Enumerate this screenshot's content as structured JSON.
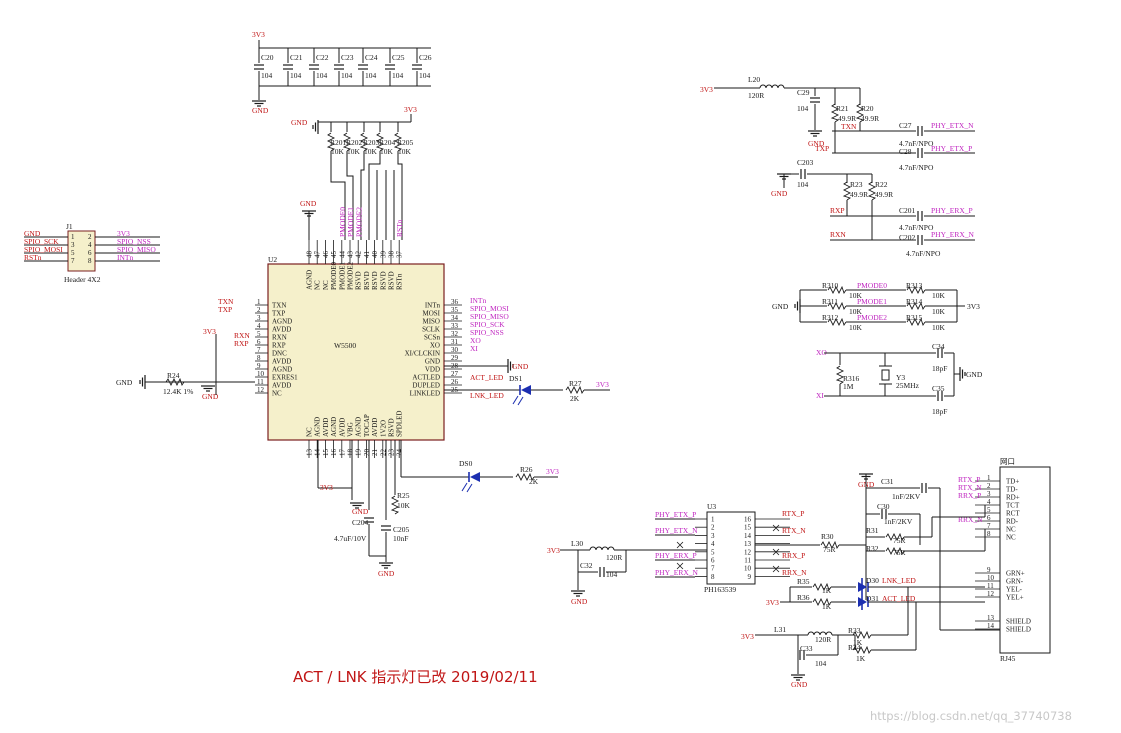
{
  "annotation": "ACT / LNK  指示灯已改  2019/02/11",
  "watermark": "https://blog.csdn.net/qq_37740738",
  "power": {
    "v33": "3V3",
    "gnd": "GND"
  },
  "decoupling": {
    "caps": [
      "C20",
      "C21",
      "C22",
      "C23",
      "C24",
      "C25",
      "C26"
    ],
    "value": "104"
  },
  "header": {
    "ref": "J1",
    "footprint": "Header 4X2",
    "pins": [
      "1",
      "2",
      "3",
      "4",
      "5",
      "6",
      "7",
      "8"
    ],
    "left_nets": [
      "GND",
      "SPIO_SCK",
      "SPIO_MOSI",
      "RSTn"
    ],
    "right_nets": [
      "3V3",
      "SPIO_NSS",
      "SPIO_MISO",
      "INTn"
    ]
  },
  "chip": {
    "ref": "U2",
    "name": "W5500",
    "left_pins": [
      {
        "n": "1",
        "name": "TXN"
      },
      {
        "n": "2",
        "name": "TXP"
      },
      {
        "n": "3",
        "name": "AGND"
      },
      {
        "n": "4",
        "name": "AVDD"
      },
      {
        "n": "5",
        "name": "RXN"
      },
      {
        "n": "6",
        "name": "RXP"
      },
      {
        "n": "7",
        "name": "DNC"
      },
      {
        "n": "8",
        "name": "AVDD"
      },
      {
        "n": "9",
        "name": "AGND"
      },
      {
        "n": "10",
        "name": "EXRES1"
      },
      {
        "n": "11",
        "name": "AVDD"
      },
      {
        "n": "12",
        "name": "NC"
      }
    ],
    "right_pins": [
      {
        "n": "36",
        "name": "INTn"
      },
      {
        "n": "35",
        "name": "MOSI"
      },
      {
        "n": "34",
        "name": "MISO"
      },
      {
        "n": "33",
        "name": "SCLK"
      },
      {
        "n": "32",
        "name": "SCSn"
      },
      {
        "n": "31",
        "name": "XO"
      },
      {
        "n": "30",
        "name": "XI/CLCKIN"
      },
      {
        "n": "29",
        "name": "GND"
      },
      {
        "n": "28",
        "name": "VDD"
      },
      {
        "n": "27",
        "name": "ACTLED"
      },
      {
        "n": "26",
        "name": "DUPLED"
      },
      {
        "n": "25",
        "name": "LINKLED"
      }
    ],
    "top_pins": [
      {
        "n": "48",
        "name": "AGND"
      },
      {
        "n": "47",
        "name": "NC"
      },
      {
        "n": "46",
        "name": "NC"
      },
      {
        "n": "45",
        "name": "PMODE0"
      },
      {
        "n": "44",
        "name": "PMODE1"
      },
      {
        "n": "43",
        "name": "PMODE2"
      },
      {
        "n": "42",
        "name": "RSVD"
      },
      {
        "n": "41",
        "name": "RSVD"
      },
      {
        "n": "40",
        "name": "RSVD"
      },
      {
        "n": "39",
        "name": "RSVD"
      },
      {
        "n": "38",
        "name": "RSVD"
      },
      {
        "n": "37",
        "name": "RSTn"
      }
    ],
    "bottom_pins": [
      {
        "n": "13",
        "name": "NC"
      },
      {
        "n": "14",
        "name": "AGND"
      },
      {
        "n": "15",
        "name": "AVDD"
      },
      {
        "n": "16",
        "name": "AGND"
      },
      {
        "n": "17",
        "name": "AVDD"
      },
      {
        "n": "18",
        "name": "VBG"
      },
      {
        "n": "19",
        "name": "AGND"
      },
      {
        "n": "20",
        "name": "TOCAP"
      },
      {
        "n": "21",
        "name": "AVDD"
      },
      {
        "n": "22",
        "name": "1V2O"
      },
      {
        "n": "23",
        "name": "RSVD"
      },
      {
        "n": "24",
        "name": "SPDLED"
      }
    ]
  },
  "chip_nets": {
    "left": [
      "TXN",
      "TXP",
      "RXN",
      "RXP"
    ],
    "right": [
      "INTn",
      "SPIO_MOSI",
      "SPIO_MISO",
      "SPIO_SCK",
      "SPIO_NSS",
      "XO",
      "XI"
    ],
    "leds": [
      "ACT_LED",
      "LNK_LED"
    ],
    "top": [
      "PMODE0",
      "PMODE1",
      "PMODE2",
      "RSTn"
    ]
  },
  "top_resistors": {
    "refs": [
      "R201",
      "R202",
      "R203",
      "R204",
      "R205"
    ],
    "values": [
      "10K",
      "10K",
      "10K",
      "10K",
      "10K"
    ]
  },
  "misc": {
    "r24": "R24",
    "r24_val": "12.4K 1%",
    "ds1": "DS1",
    "r27": "R27",
    "r27_val": "2K",
    "ds0": "DS0",
    "r26": "R26",
    "r26_val": "2K",
    "r25": "R25",
    "r25_val": "10K",
    "c204": "C204",
    "c204_val": "4.7uF/10V",
    "c205": "C205",
    "c205_val": "10nF"
  },
  "phy_filter": {
    "l20": "L20",
    "l20_val": "120R",
    "c29": "C29",
    "c29_val": "104",
    "r21": "R21",
    "r20": "R20",
    "r_val": "49.9R",
    "c27": "C27",
    "c28": "C28",
    "c203": "C203",
    "c203_val": "104",
    "r23": "R23",
    "r22": "R22",
    "c201": "C201",
    "c202": "C202",
    "cap_val": "4.7nF/NPO",
    "nets": [
      "PHY_ETX_N",
      "PHY_ETX_P",
      "PHY_ERX_P",
      "PHY_ERX_N",
      "TXN",
      "TXP",
      "RXP",
      "RXN"
    ]
  },
  "pmode": {
    "refs_left": [
      "R310",
      "R311",
      "R312"
    ],
    "refs_right": [
      "R313",
      "R314",
      "R315"
    ],
    "nets": [
      "PMODE0",
      "PMODE1",
      "PMODE2"
    ],
    "value": "10K"
  },
  "crystal": {
    "c34": "C34",
    "c35": "C35",
    "cap_val": "18pF",
    "y": "Y3",
    "y_val": "25MHz",
    "r316": "R316",
    "r316_val": "1M",
    "xo": "XO",
    "xi": "XI"
  },
  "transformer": {
    "ref": "U3",
    "part": "PH163539",
    "left_pins": [
      "1",
      "2",
      "3",
      "4",
      "5",
      "6",
      "7",
      "8"
    ],
    "right_pins": [
      "16",
      "15",
      "14",
      "13",
      "12",
      "11",
      "10",
      "9"
    ],
    "left_nets": [
      "PHY_ETX_P",
      "PHY_ETX_N",
      "PHY_ERX_P",
      "PHY_ERX_N"
    ],
    "right_nets": [
      "RTX_P",
      "RTX_N",
      "RRX_P",
      "RRX_N"
    ],
    "l30": "L30",
    "l30_val": "120R",
    "c32": "C32",
    "c32_val": "104"
  },
  "rj45": {
    "ref": "RJ45",
    "title": "网口",
    "pins": [
      {
        "n": "1",
        "name": "TD+",
        "net": "RTX_P"
      },
      {
        "n": "2",
        "name": "TD-",
        "net": "RTX_N"
      },
      {
        "n": "3",
        "name": "RD+",
        "net": "RRX_P"
      },
      {
        "n": "4",
        "name": "TCT",
        "net": ""
      },
      {
        "n": "5",
        "name": "RCT",
        "net": ""
      },
      {
        "n": "6",
        "name": "RD-",
        "net": "RRX_N"
      },
      {
        "n": "7",
        "name": "NC",
        "net": ""
      },
      {
        "n": "8",
        "name": "NC",
        "net": ""
      },
      {
        "n": "9",
        "name": "GRN+",
        "net": ""
      },
      {
        "n": "10",
        "name": "GRN-",
        "net": ""
      },
      {
        "n": "11",
        "name": "YEL-",
        "net": ""
      },
      {
        "n": "12",
        "name": "YEL+",
        "net": ""
      },
      {
        "n": "13",
        "name": "SHIELD",
        "net": ""
      },
      {
        "n": "14",
        "name": "SHIELD",
        "net": ""
      }
    ],
    "c31": "C31",
    "c31_val": "1nF/2KV",
    "c30": "C30",
    "c30_val": "1nF/2KV",
    "r31": "R31",
    "r32": "R32",
    "r30": "R30",
    "r_val": "75R",
    "r35": "R35",
    "r36": "R36",
    "r_led_val": "1K",
    "d30": "D30",
    "d31": "D31",
    "lnk": "LNK_LED",
    "act": "ACT_LED",
    "l31": "L31",
    "l31_val": "120R",
    "c33": "C33",
    "c33_val": "104",
    "r33": "R33",
    "r34": "R34",
    "r3x_val": "1K"
  }
}
